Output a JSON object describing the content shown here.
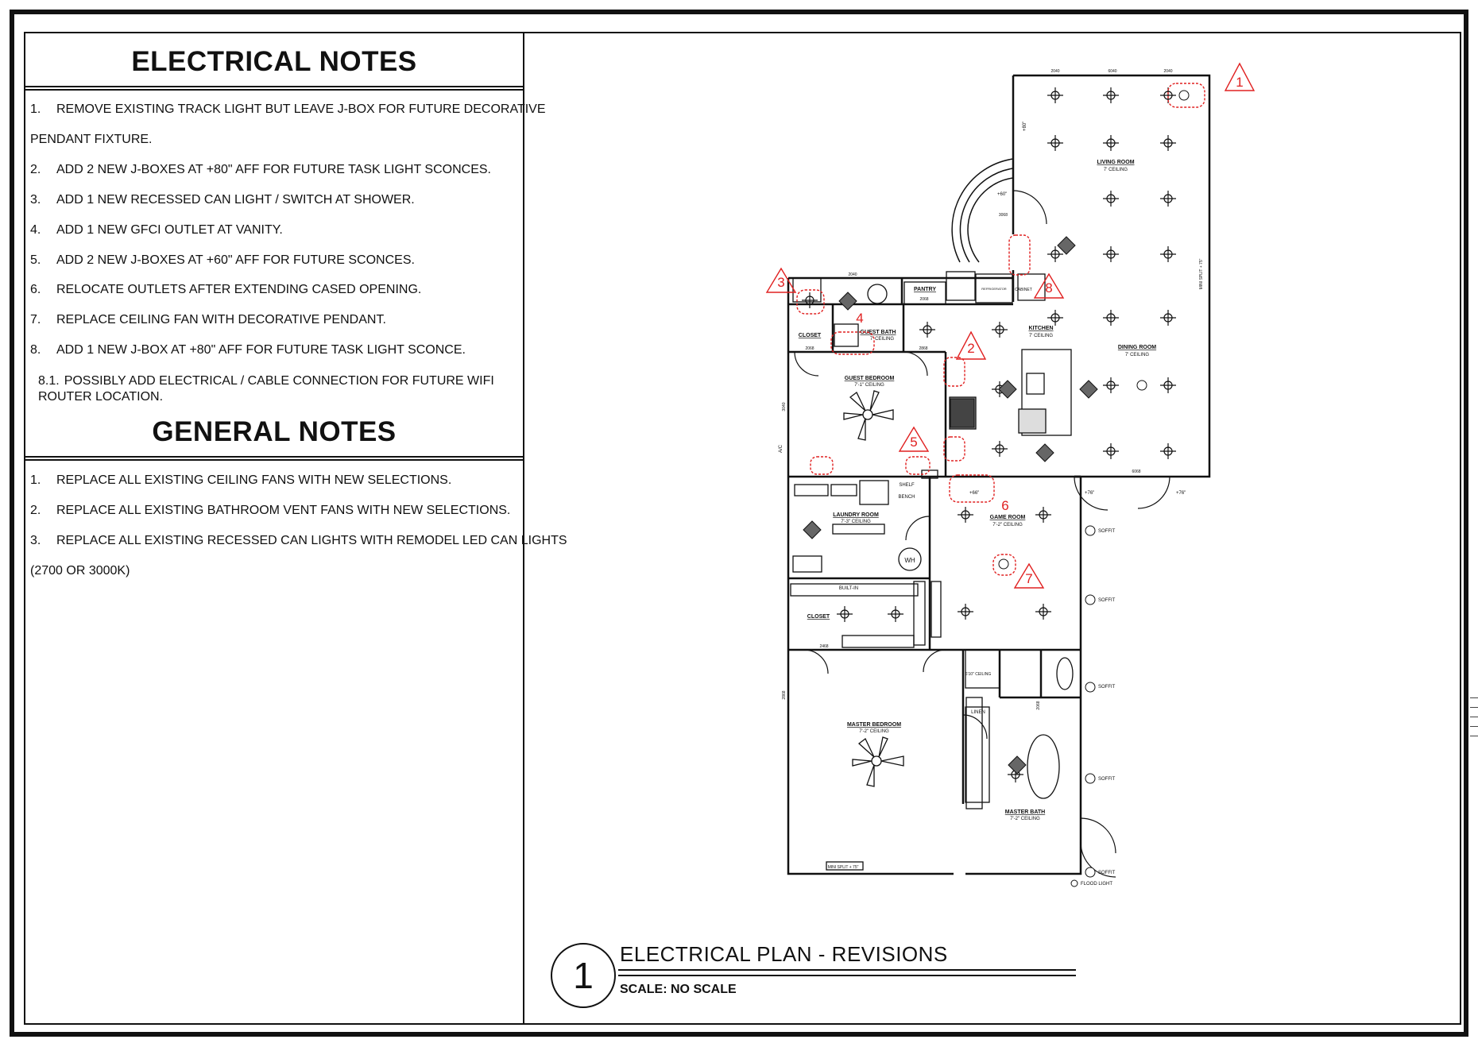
{
  "electrical_notes": {
    "title": "ELECTRICAL NOTES",
    "items": [
      {
        "num": "1.",
        "text": "REMOVE EXISTING TRACK LIGHT BUT LEAVE J-BOX FOR FUTURE DECORATIVE"
      },
      {
        "num": "",
        "text": "PENDANT FIXTURE."
      },
      {
        "num": "2.",
        "text": "ADD 2 NEW J-BOXES AT +80\" AFF FOR FUTURE TASK LIGHT SCONCES."
      },
      {
        "num": "3.",
        "text": "ADD 1 NEW RECESSED CAN LIGHT / SWITCH AT SHOWER."
      },
      {
        "num": "4.",
        "text": "ADD 1 NEW GFCI OUTLET AT VANITY."
      },
      {
        "num": "5.",
        "text": "ADD 2 NEW J-BOXES AT +60\" AFF FOR FUTURE SCONCES."
      },
      {
        "num": "6.",
        "text": "RELOCATE OUTLETS AFTER EXTENDING CASED OPENING."
      },
      {
        "num": "7.",
        "text": "REPLACE CEILING FAN WITH DECORATIVE PENDANT."
      },
      {
        "num": "8.",
        "text": "ADD 1 NEW J-BOX AT +80\" AFF FOR FUTURE TASK LIGHT SCONCE."
      },
      {
        "num": "8.1.",
        "text": "POSSIBLY ADD ELECTRICAL / CABLE CONNECTION FOR FUTURE WIFI ROUTER LOCATION."
      }
    ]
  },
  "general_notes": {
    "title": "GENERAL NOTES",
    "items": [
      {
        "num": "1.",
        "text": "REPLACE ALL EXISTING CEILING FANS WITH NEW SELECTIONS."
      },
      {
        "num": "2.",
        "text": "REPLACE ALL EXISTING BATHROOM VENT FANS WITH NEW SELECTIONS."
      },
      {
        "num": "3.",
        "text": "REPLACE ALL EXISTING RECESSED CAN LIGHTS WITH REMODEL LED CAN LIGHTS"
      },
      {
        "num": "",
        "text": "(2700 OR 3000K)"
      }
    ]
  },
  "plan": {
    "rooms": {
      "living_room": "LIVING ROOM",
      "living_ceiling": "7' CEILING",
      "dining_room": "DINING ROOM",
      "dining_ceiling": "7' CEILING",
      "kitchen": "KITCHEN",
      "kitchen_ceiling": "7' CEILING",
      "pantry": "PANTRY",
      "closet_a": "CLOSET",
      "guest_bath": "GUEST BATH",
      "guest_bath_ceiling": "7' CEILING",
      "guest_bedroom": "GUEST BEDROOM",
      "guest_bedroom_ceiling": "7'-1\" CEILING",
      "laundry_room": "LAUNDRY ROOM",
      "laundry_ceiling": "7'-3\" CEILING",
      "game_room": "GAME ROOM",
      "game_ceiling": "7'-2\" CEILING",
      "closet_b": "CLOSET",
      "master_bedroom": "MASTER BEDROOM",
      "master_bedroom_ceiling": "7'-2\" CEILING",
      "master_bath": "MASTER BATH",
      "master_bath_ceiling": "7'-2\" CEILING",
      "linen": "LINEN",
      "shelf": "SHELF",
      "bench": "BENCH",
      "built_in": "BUILT-IN",
      "cabinet": "CABINET",
      "refrigerator": "REFRIGERATOR",
      "wh": "WH",
      "mini_split_bottom": "MINI SPLIT + 75\"",
      "mini_split_side": "MINI SPLIT + 75\"",
      "shower_ceiling": "6'10\" CEILING"
    },
    "door_tags": {
      "d1": "2040",
      "d2": "6040",
      "d3": "2040",
      "d4": "3068",
      "d5": "2040",
      "d6": "2068",
      "d7": "2068",
      "d8": "2868",
      "d9": "3040",
      "d10": "6068",
      "d11": "2468",
      "d12": "2868",
      "d13": "2068"
    },
    "fixture_labels": {
      "soffit": "SOFFIT",
      "flood_light": "FLOOD LIGHT",
      "ac": "A/C",
      "plus76": "+76\"",
      "plus66": "+66\"",
      "plus60": "+60\"",
      "plus80": "+80\""
    },
    "revisions": [
      "1",
      "2",
      "3",
      "4",
      "5",
      "6",
      "7",
      "8"
    ],
    "revision_color": "#e02020"
  },
  "title_block": {
    "number": "1",
    "title": "ELECTRICAL PLAN - REVISIONS",
    "scale": "SCALE: NO SCALE"
  }
}
